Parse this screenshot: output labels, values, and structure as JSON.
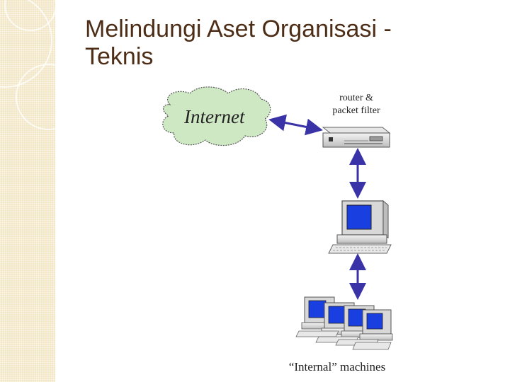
{
  "slide": {
    "title_line1": "Melindungi Aset Organisasi -",
    "title_line2": "Teknis"
  },
  "diagram": {
    "internet_label": "Internet",
    "router_label_line1": "router &",
    "router_label_line2": "packet filter",
    "internal_label": "“Internal” machines"
  },
  "colors": {
    "sidebar": "#f2e6c6",
    "title": "#4e2d16",
    "cloud": "#cfe8c4",
    "arrow": "#3a33a8",
    "screen": "#1a3fe0"
  }
}
